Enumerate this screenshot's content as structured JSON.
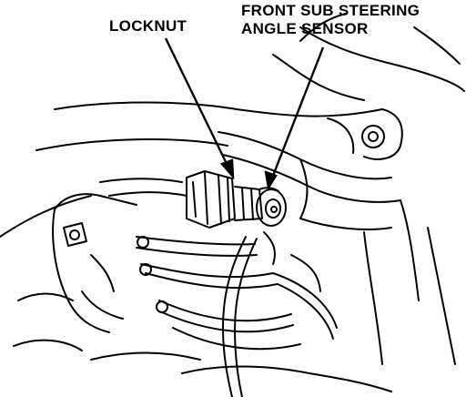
{
  "labels": {
    "locknut": "LOCKNUT",
    "sensor_line1": "FRONT SUB STEERING",
    "sensor_line2": "ANGLE SENSOR"
  },
  "colors": {
    "ink": "#000000",
    "paper": "#ffffff"
  }
}
